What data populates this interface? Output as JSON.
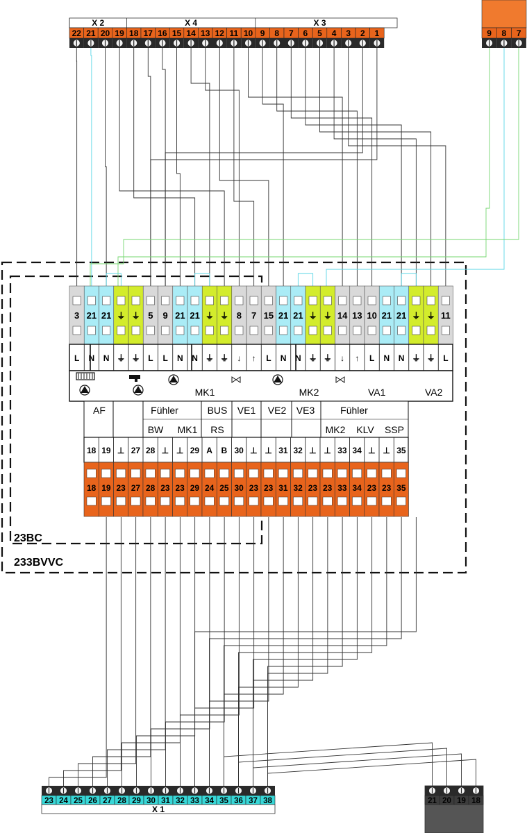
{
  "colors": {
    "orange": "#e8641c",
    "orange_header": "#f07f3c",
    "cyan": "#aaecf6",
    "green": "#d3ec2c",
    "grey": "#d9d9d9",
    "dark": "#3a3a3a",
    "teal": "#37d7d7",
    "wire": "#333333",
    "wire_cyan": "#5ad6e6",
    "wire_green": "#74d76f"
  },
  "top_strip": {
    "groups": [
      {
        "label": "X 2"
      },
      {
        "label": "X 4"
      },
      {
        "label": "X 3"
      }
    ],
    "terminals": [
      "22",
      "21",
      "20",
      "19",
      "18",
      "17",
      "16",
      "15",
      "14",
      "13",
      "12",
      "11",
      "10",
      "9",
      "8",
      "7",
      "6",
      "5",
      "4",
      "3",
      "2",
      "1"
    ]
  },
  "top_right_strip": {
    "terminals": [
      "9",
      "8",
      "7"
    ]
  },
  "module": {
    "blocks": [
      {
        "label": "3",
        "type": "grey"
      },
      {
        "label": "21",
        "type": "cyan"
      },
      {
        "label": "21",
        "type": "cyan"
      },
      {
        "label": "⏚",
        "type": "green"
      },
      {
        "label": "⏚",
        "type": "green"
      },
      {
        "label": "5",
        "type": "grey"
      },
      {
        "label": "9",
        "type": "grey"
      },
      {
        "label": "21",
        "type": "cyan"
      },
      {
        "label": "21",
        "type": "cyan"
      },
      {
        "label": "⏚",
        "type": "green"
      },
      {
        "label": "⏚",
        "type": "green"
      },
      {
        "label": "8",
        "type": "grey"
      },
      {
        "label": "7",
        "type": "grey"
      },
      {
        "label": "15",
        "type": "grey"
      },
      {
        "label": "21",
        "type": "cyan"
      },
      {
        "label": "21",
        "type": "cyan"
      },
      {
        "label": "⏚",
        "type": "green"
      },
      {
        "label": "⏚",
        "type": "green"
      },
      {
        "label": "14",
        "type": "grey"
      },
      {
        "label": "13",
        "type": "grey"
      },
      {
        "label": "10",
        "type": "grey"
      },
      {
        "label": "21",
        "type": "cyan"
      },
      {
        "label": "21",
        "type": "cyan"
      },
      {
        "label": "⏚",
        "type": "green"
      },
      {
        "label": "⏚",
        "type": "green"
      },
      {
        "label": "11",
        "type": "grey"
      }
    ],
    "row_letters": [
      "L",
      "N",
      "N",
      "⏚",
      "⏚",
      "L",
      "L",
      "N",
      "N",
      "⏚",
      "⏚",
      "↓",
      "↑",
      "L",
      "N",
      "N",
      "⏚",
      "⏚",
      "↓",
      "↑",
      "L",
      "N",
      "N",
      "⏚",
      "⏚",
      "L"
    ],
    "function_labels": {
      "mk1": "MK1",
      "mk2": "MK2",
      "va1": "VA1",
      "va2": "VA2"
    },
    "sensor_labels": {
      "af": "AF",
      "fuehler1": "Fühler",
      "bw": "BW",
      "mk1": "MK1",
      "bus": "BUS",
      "rs": "RS",
      "ve1": "VE1",
      "ve2": "VE2",
      "ve3": "VE3",
      "fuehler2": "Fühler",
      "mk2": "MK2",
      "klv": "KLV",
      "ssp": "SSP"
    },
    "low_numbers": [
      "18",
      "19",
      "⊥",
      "27",
      "28",
      "⊥",
      "⊥",
      "29",
      "A",
      "B",
      "30",
      "⊥",
      "⊥",
      "31",
      "32",
      "⊥",
      "⊥",
      "33",
      "34",
      "⊥",
      "⊥",
      "35"
    ],
    "orange_numbers": [
      "18",
      "19",
      "23",
      "27",
      "28",
      "23",
      "23",
      "29",
      "24",
      "25",
      "30",
      "23",
      "23",
      "31",
      "32",
      "23",
      "23",
      "33",
      "34",
      "23",
      "23",
      "35"
    ]
  },
  "labels": {
    "inner_box": "23BC",
    "outer_box": "233BVVC"
  },
  "bottom_strip": {
    "label": "X 1",
    "terminals": [
      "23",
      "24",
      "25",
      "26",
      "27",
      "28",
      "29",
      "30",
      "31",
      "32",
      "33",
      "34",
      "35",
      "36",
      "37",
      "38"
    ]
  },
  "bottom_right_strip": {
    "terminals": [
      "21",
      "20",
      "19",
      "18"
    ]
  }
}
